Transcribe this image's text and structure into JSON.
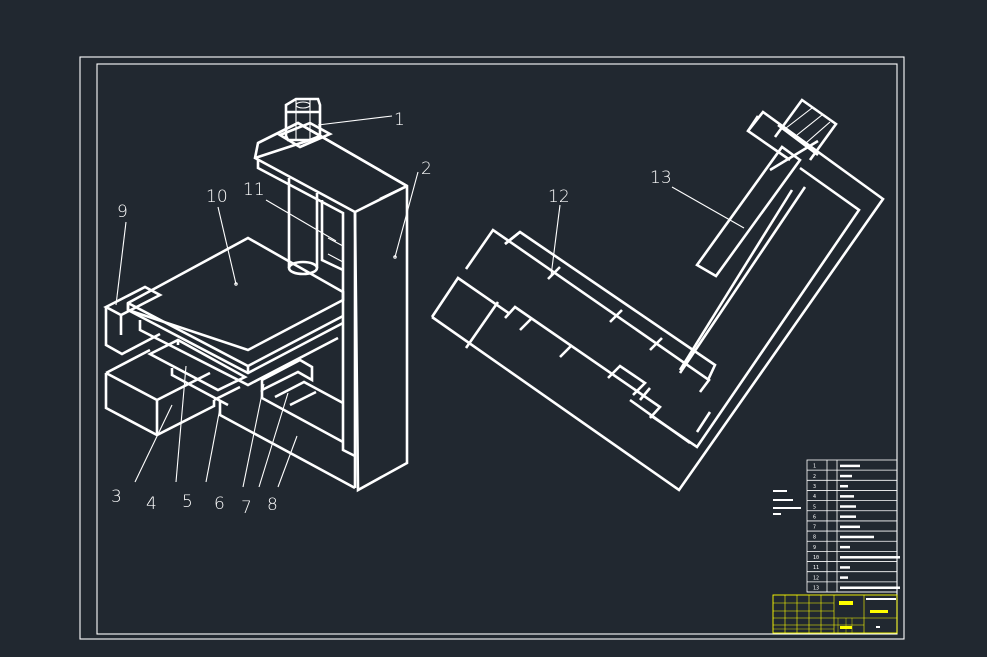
{
  "drawing": {
    "background": "#212830",
    "line_color": "#ffffff",
    "title_block_color": "#ffff00",
    "callouts": [
      "1",
      "2",
      "3",
      "4",
      "5",
      "6",
      "7",
      "8",
      "9",
      "10",
      "11",
      "12",
      "13"
    ],
    "parts_list_numbers": [
      "1",
      "2",
      "3",
      "4",
      "5",
      "6",
      "7",
      "8",
      "9",
      "10",
      "11",
      "12",
      "13"
    ]
  }
}
